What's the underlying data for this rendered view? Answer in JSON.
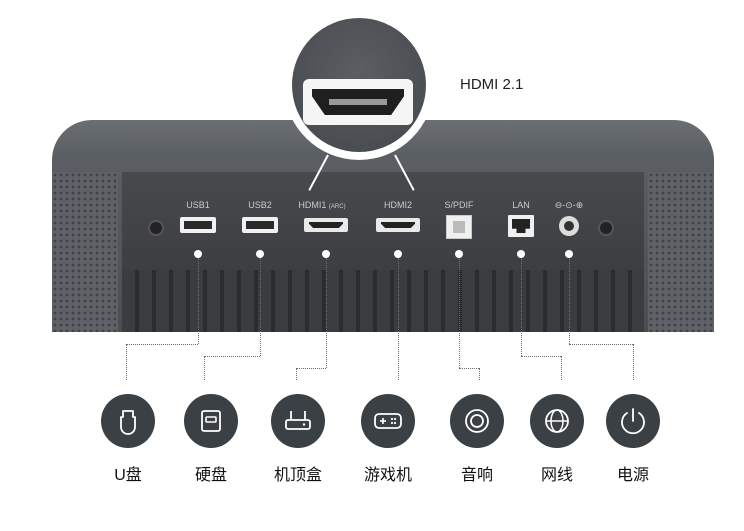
{
  "callout": {
    "title": "HDMI 2.1"
  },
  "ports": {
    "usb1": "USB1",
    "usb2": "USB2",
    "hdmi1": "HDMI1",
    "hdmi1_arc": "(ARC)",
    "hdmi2": "HDMI2",
    "spdif": "S/PDIF",
    "lan": "LAN",
    "dc": "⊖-⊙-⊕"
  },
  "devices": [
    {
      "label": "U盘",
      "icon": "usb-drive-icon"
    },
    {
      "label": "硬盘",
      "icon": "hard-drive-icon"
    },
    {
      "label": "机顶盒",
      "icon": "set-top-box-icon"
    },
    {
      "label": "游戏机",
      "icon": "game-console-icon"
    },
    {
      "label": "音响",
      "icon": "speaker-icon"
    },
    {
      "label": "网线",
      "icon": "network-globe-icon"
    },
    {
      "label": "电源",
      "icon": "power-icon"
    }
  ],
  "colors": {
    "icon_bg": "#3b4045",
    "device_body": "#4a4e52",
    "connector": "#6c6c6c"
  }
}
